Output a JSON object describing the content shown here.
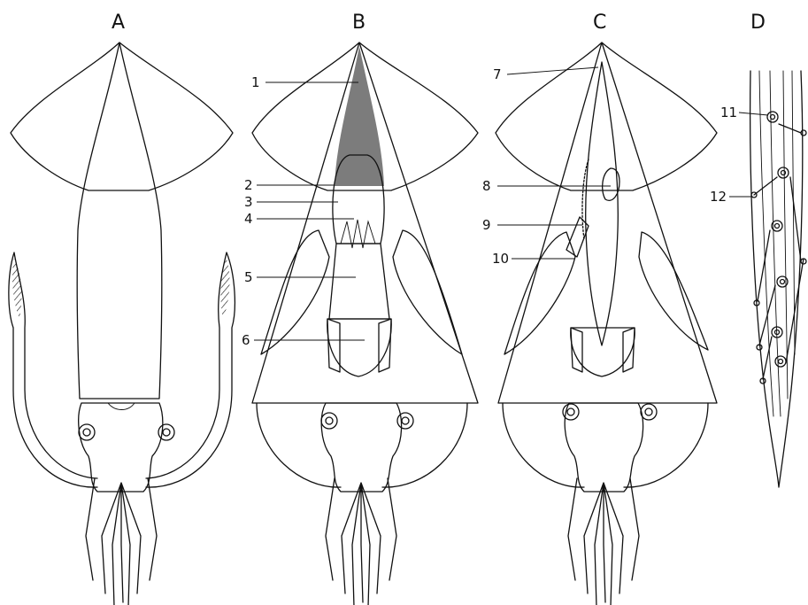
{
  "panels": {
    "a": "A",
    "b": "B",
    "c": "C",
    "d": "D"
  },
  "labels": {
    "n1": "1",
    "n2": "2",
    "n3": "3",
    "n4": "4",
    "n5": "5",
    "n6": "6",
    "n7": "7",
    "n8": "8",
    "n9": "9",
    "n10": "10",
    "n11": "11",
    "n12": "12"
  },
  "colors": {
    "ink": "#111111",
    "paper": "#ffffff"
  }
}
